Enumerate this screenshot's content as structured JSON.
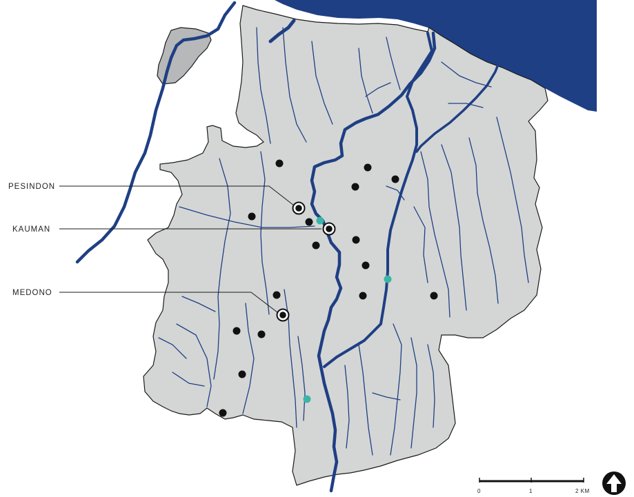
{
  "map": {
    "colors": {
      "sea": "#1f3f84",
      "river": "#1f3f84",
      "land": "#d4d6d5",
      "land_dark": "#b6b8b9",
      "outline": "#1a1a1a",
      "point": "#111111",
      "point_alt": "#3bb5a5"
    },
    "labels": [
      {
        "id": "pesindon",
        "text": "PESINDON"
      },
      {
        "id": "kauman",
        "text": "KAUMAN"
      },
      {
        "id": "medono",
        "text": "MEDONO"
      }
    ],
    "scale_bar": {
      "ticks": [
        "0",
        "1",
        "2 KM"
      ]
    },
    "north_arrow": {
      "icon": "north-arrow-icon"
    }
  }
}
